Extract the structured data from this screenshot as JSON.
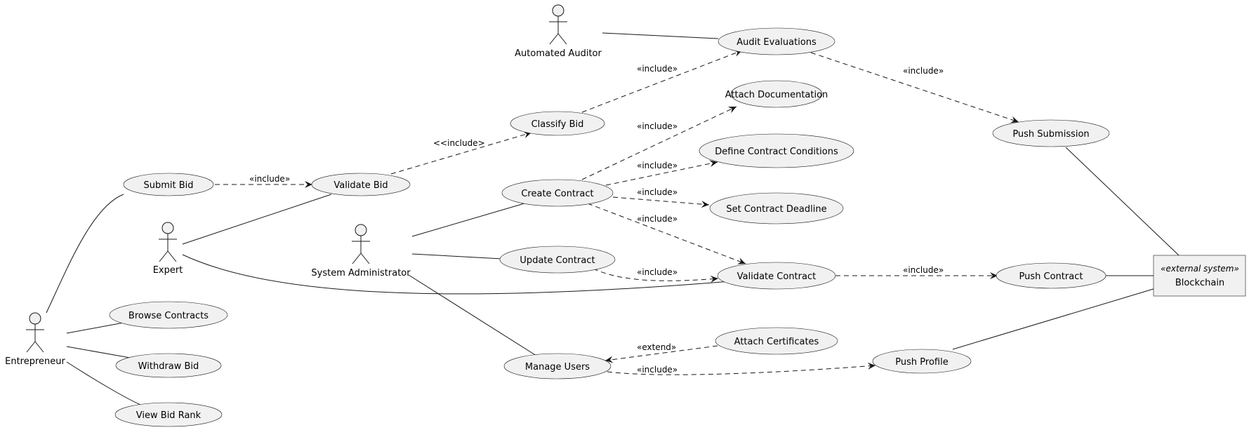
{
  "actors": {
    "auditor": "Automated Auditor",
    "expert": "Expert",
    "sysadmin": "System Administrator",
    "entrepreneur": "Entrepreneur"
  },
  "use_cases": {
    "audit_evaluations": "Audit Evaluations",
    "attach_documentation": "Attach Documentation",
    "classify_bid": "Classify Bid",
    "define_contract_conditions": "Define Contract Conditions",
    "push_submission": "Push Submission",
    "submit_bid": "Submit Bid",
    "validate_bid": "Validate Bid",
    "create_contract": "Create Contract",
    "set_contract_deadline": "Set Contract Deadline",
    "update_contract": "Update Contract",
    "validate_contract": "Validate Contract",
    "push_contract": "Push Contract",
    "browse_contracts": "Browse Contracts",
    "attach_certificates": "Attach Certificates",
    "withdraw_bid": "Withdraw Bid",
    "manage_users": "Manage Users",
    "push_profile": "Push Profile",
    "view_bid_rank": "View Bid Rank"
  },
  "external_system": {
    "stereotype": "«external system»",
    "name": "Blockchain"
  },
  "relations": {
    "classify_to_audit": "«include»",
    "audit_to_push_submission": "«include»",
    "validate_to_classify": "<<include>",
    "submit_to_validate": "«include»",
    "create_to_attach": "«include»",
    "create_to_define": "«include»",
    "create_to_deadline": "«include»",
    "create_to_validate_contract": "«include»",
    "update_to_validate_contract": "«include»",
    "validate_contract_to_push": "«include»",
    "certificates_extend_manage": "«extend»",
    "manage_to_push_profile": "«include»"
  }
}
